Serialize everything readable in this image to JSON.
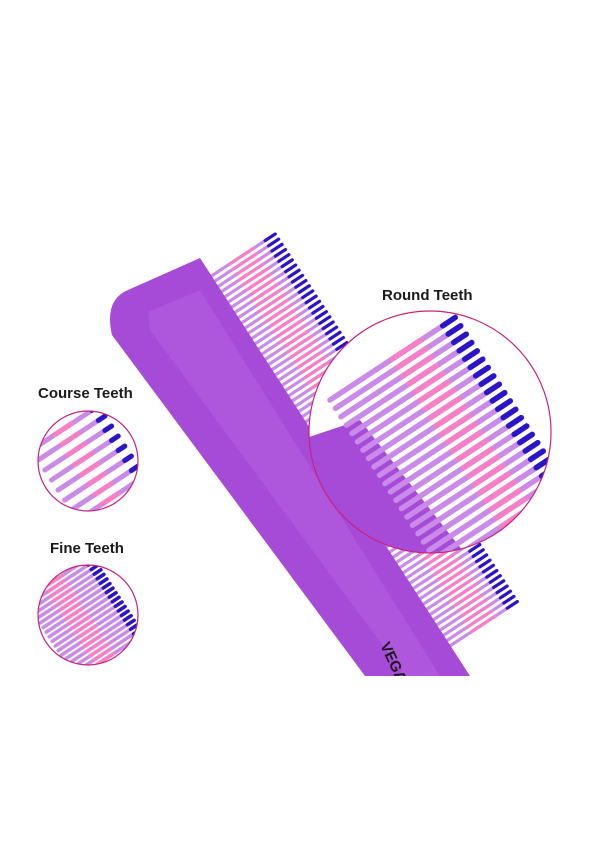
{
  "labels": {
    "round_teeth": "Round Teeth",
    "course_teeth": "Course Teeth",
    "fine_teeth": "Fine Teeth"
  },
  "brand_mark": "VEGA",
  "colors": {
    "comb_body": "#a64ad8",
    "comb_body_dark": "#8a34c0",
    "tooth_light": "#c98ae8",
    "tooth_pink": "#f77fc7",
    "tooth_tip": "#2a16c8",
    "circle_outline": "#c8237a",
    "label_text": "#1a1a1a"
  }
}
